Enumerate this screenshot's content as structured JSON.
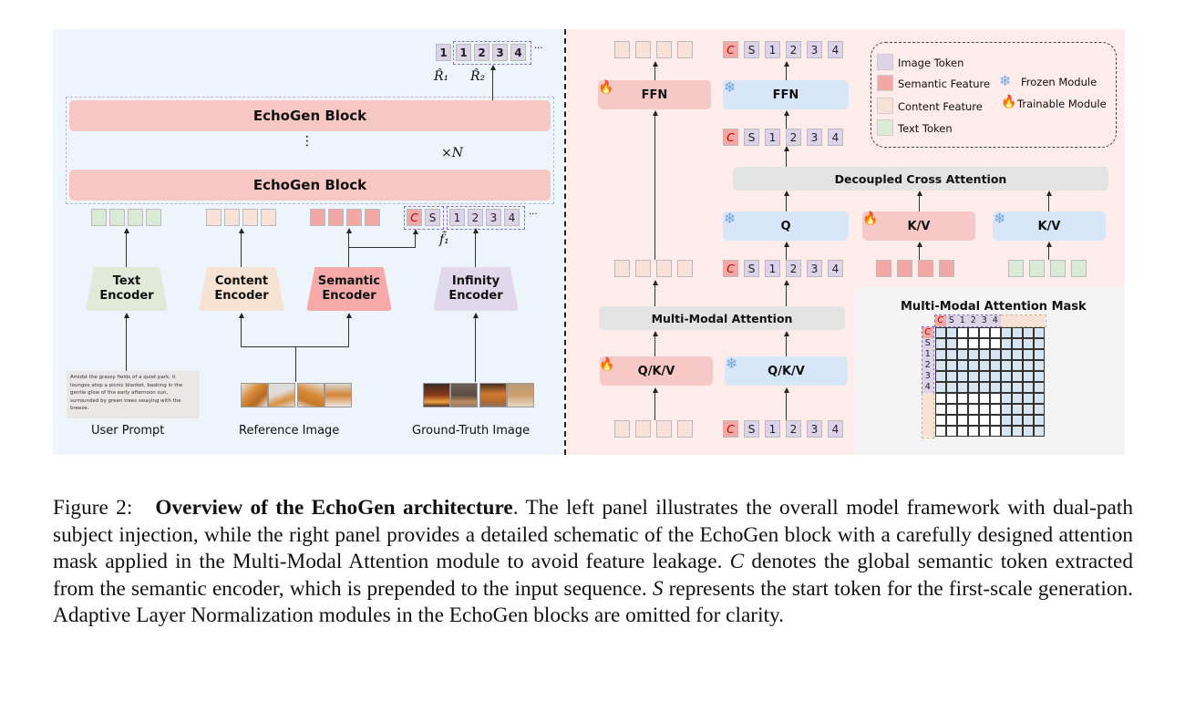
{
  "left_panel": {
    "blocks": [
      "EchoGen Block",
      "EchoGen Block"
    ],
    "repeat_label": "×N",
    "vertical_dots": "⋮",
    "output_tokens": {
      "r1_tokens": [
        "1"
      ],
      "r2_tokens": [
        "1",
        "2",
        "3",
        "4"
      ],
      "ellipsis": "···",
      "r1_label": "R̂₁",
      "r2_label": "R̂₂"
    },
    "input_tokens": {
      "special": [
        "C",
        "S"
      ],
      "image": [
        "1",
        "2",
        "3",
        "4"
      ],
      "ellipsis": "···",
      "f_label": "f̃₁"
    },
    "encoders": [
      {
        "name": "Text Encoder",
        "line1": "Text",
        "line2": "Encoder",
        "color": "#dfead9"
      },
      {
        "name": "Content Encoder",
        "line1": "Content",
        "line2": "Encoder",
        "color": "#f7e2d4"
      },
      {
        "name": "Semantic Encoder",
        "line1": "Semantic",
        "line2": "Encoder",
        "color": "#f6aaa8"
      },
      {
        "name": "Infinity Encoder",
        "line1": "Infinity",
        "line2": "Encoder",
        "color": "#e2d8ec"
      }
    ],
    "user_prompt_text": "Amidst the grassy fields of a quiet park, it lounges atop a picnic blanket, basking in the gentle glow of the early afternoon sun, surrounded by green trees swaying with the breeze.",
    "input_labels": [
      "User Prompt",
      "Reference Image",
      "Ground-Truth Image"
    ]
  },
  "right_panel": {
    "ffn_left": "FFN",
    "ffn_right": "FFN",
    "tokens": {
      "special": [
        "C",
        "S"
      ],
      "image": [
        "1",
        "2",
        "3",
        "4"
      ]
    },
    "decoupled_cross_attention": "Decoupled Cross Attention",
    "q": "Q",
    "kv_trainable": "K/V",
    "kv_frozen": "K/V",
    "multi_modal_attention": "Multi-Modal Attention",
    "qkv_trainable": "Q/K/V",
    "qkv_frozen": "Q/K/V",
    "legend": {
      "image_token": "Image Token",
      "semantic_feature": "Semantic Feature",
      "content_feature": "Content Feature",
      "text_token": "Text Token",
      "frozen_module": "Frozen Module",
      "trainable_module": "Trainable Module"
    },
    "mask": {
      "title": "Multi-Modal Attention Mask",
      "row_labels": [
        "C",
        "S",
        "1",
        "2",
        "3",
        "4",
        "",
        "",
        "",
        ""
      ],
      "col_labels": [
        "C",
        "S",
        "1",
        "2",
        "3",
        "4",
        "",
        "",
        "",
        ""
      ],
      "pattern": [
        [
          1,
          1,
          0,
          0,
          0,
          0,
          1,
          1,
          1,
          1
        ],
        [
          1,
          1,
          0,
          0,
          0,
          0,
          1,
          1,
          1,
          1
        ],
        [
          1,
          1,
          1,
          1,
          1,
          1,
          1,
          1,
          1,
          1
        ],
        [
          1,
          1,
          1,
          1,
          1,
          1,
          1,
          1,
          1,
          1
        ],
        [
          1,
          1,
          1,
          1,
          1,
          1,
          1,
          1,
          1,
          1
        ],
        [
          1,
          1,
          1,
          1,
          1,
          1,
          1,
          1,
          1,
          1
        ],
        [
          0,
          0,
          0,
          0,
          0,
          0,
          1,
          1,
          1,
          1
        ],
        [
          0,
          0,
          0,
          0,
          0,
          0,
          1,
          1,
          1,
          1
        ],
        [
          0,
          0,
          0,
          0,
          0,
          0,
          1,
          1,
          1,
          1
        ],
        [
          0,
          0,
          0,
          0,
          0,
          0,
          1,
          1,
          1,
          1
        ]
      ]
    }
  },
  "colors": {
    "image_token": "#ddd3e8",
    "semantic_feature": "#f4a8a6",
    "content_feature": "#f8e1d6",
    "text_token": "#d9ead5",
    "trainable_module": "#f6c9c6",
    "frozen_module": "#d7e6f8",
    "mask_attend": "#d6e5f0"
  },
  "caption": {
    "prefix": "Figure 2:",
    "title": "Overview of the EchoGen architecture",
    "body_1": ". The left panel illustrates the overall model framework with dual-path subject injection, while the right panel provides a detailed schematic of the EchoGen block with a carefully designed attention mask applied in the Multi-Modal Attention module to avoid feature leakage. ",
    "c_symbol": "C",
    "body_2": " denotes the global semantic token extracted from the semantic encoder, which is prepended to the input sequence. ",
    "s_symbol": "S",
    "body_3": " represents the start token for the first-scale generation. Adaptive Layer Normalization modules in the EchoGen blocks are omitted for clarity."
  }
}
